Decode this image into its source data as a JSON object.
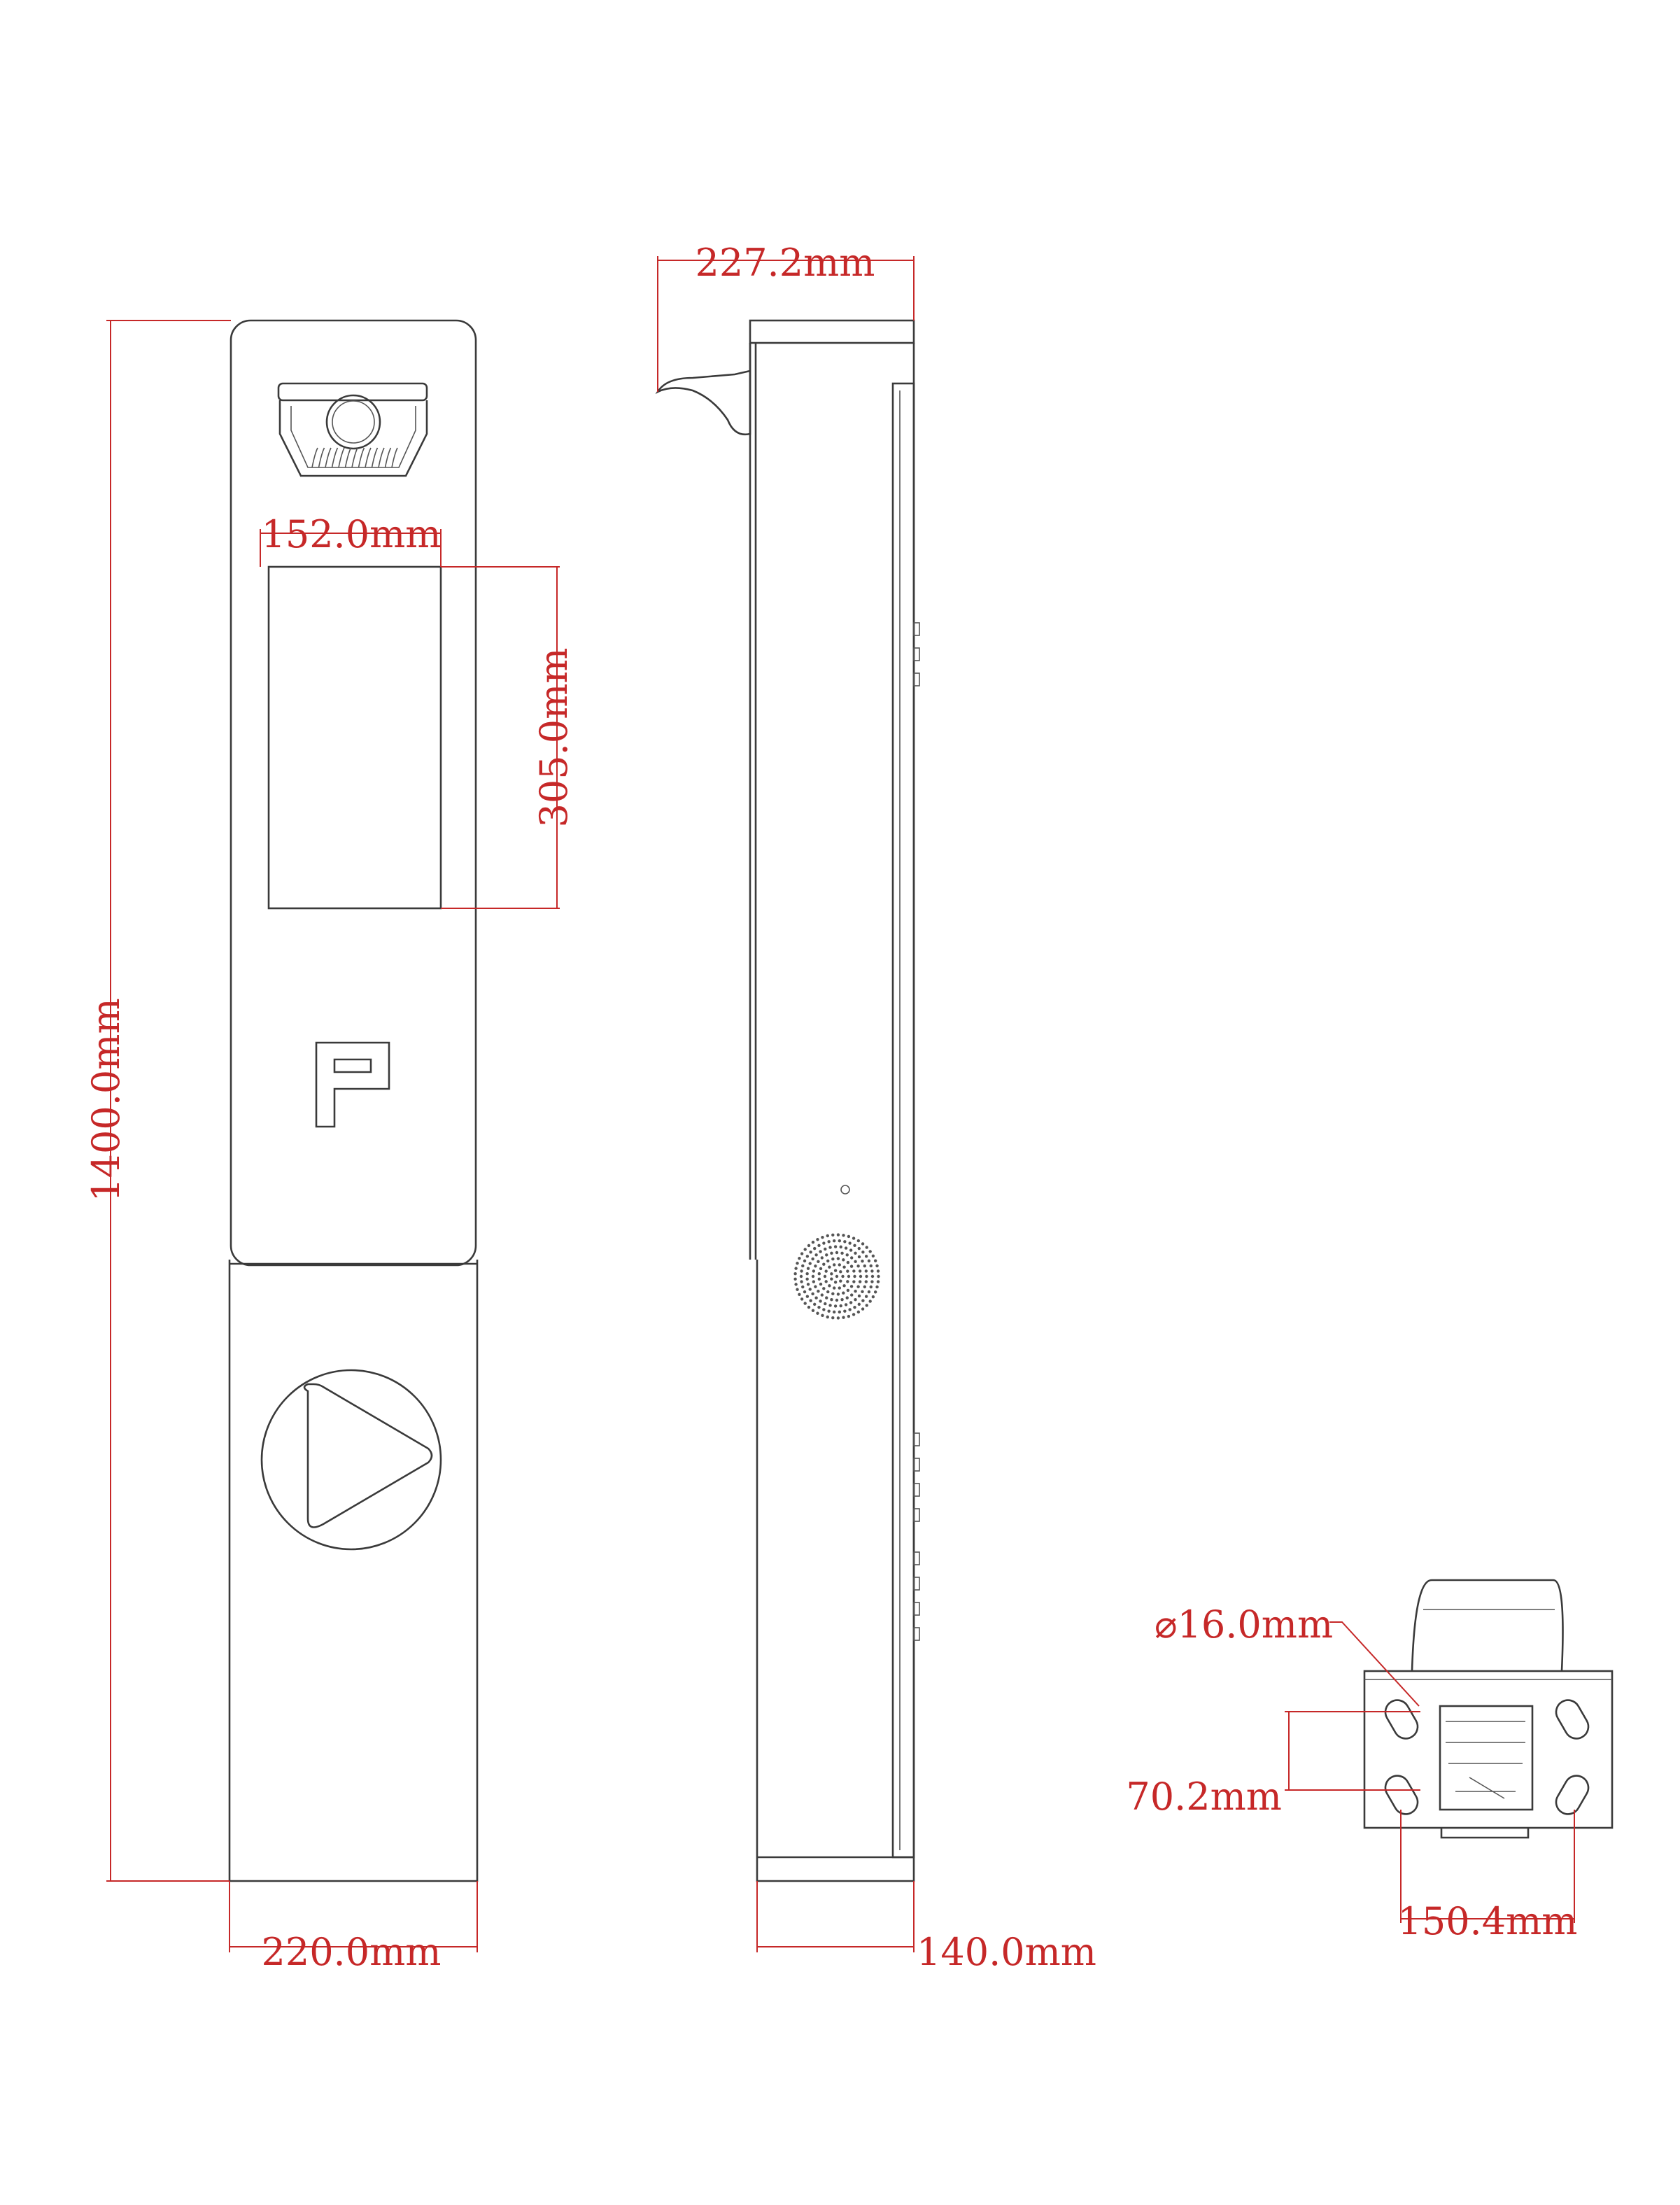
{
  "colors": {
    "outline": "#3a3a3a",
    "dimension": "#c62828",
    "background": "#ffffff"
  },
  "dimensions": {
    "front_height": "1400.0mm",
    "front_width": "220.0mm",
    "screen_width": "152.0mm",
    "screen_height": "305.0mm",
    "side_top_depth": "227.2mm",
    "side_base_depth": "140.0mm",
    "hole_diameter": "⌀16.0mm",
    "hole_spacing_vertical": "70.2mm",
    "hole_spacing_horizontal": "150.4mm"
  },
  "logo": {
    "letter": "P"
  },
  "icons": {
    "play": "play-icon",
    "camera": "camera-icon",
    "speaker": "speaker-grille-icon"
  }
}
